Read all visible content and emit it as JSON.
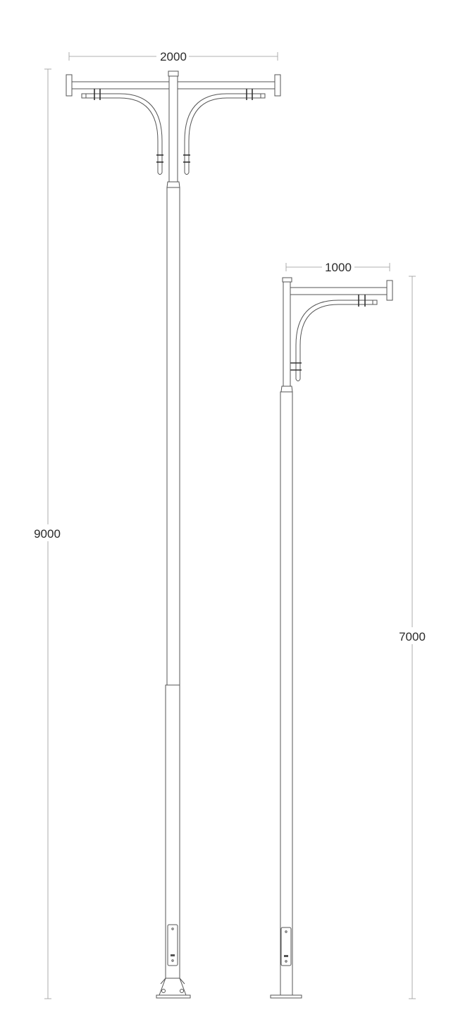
{
  "dimensions": {
    "double_arm_width": "2000",
    "double_pole_height": "9000",
    "single_arm_width": "1000",
    "single_pole_height": "7000"
  },
  "colors": {
    "line": "#555555",
    "dimension_line": "#999999",
    "text": "#2a2a2a",
    "background": "#ffffff"
  }
}
